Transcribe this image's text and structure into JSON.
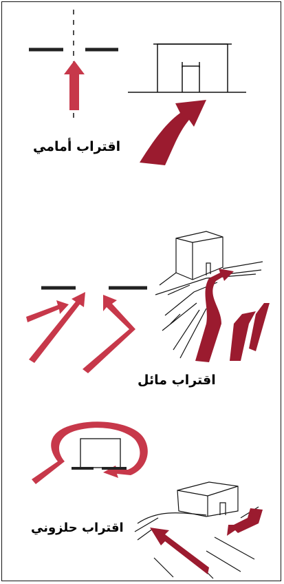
{
  "labels": {
    "frontal": "اقتراب أمامي",
    "oblique": "اقتراب مائل",
    "spiral": "اقتراب حلزوني"
  },
  "colors": {
    "arrow": "#9b1b2f",
    "arrow_light": "#c7384a",
    "line": "#111111"
  }
}
